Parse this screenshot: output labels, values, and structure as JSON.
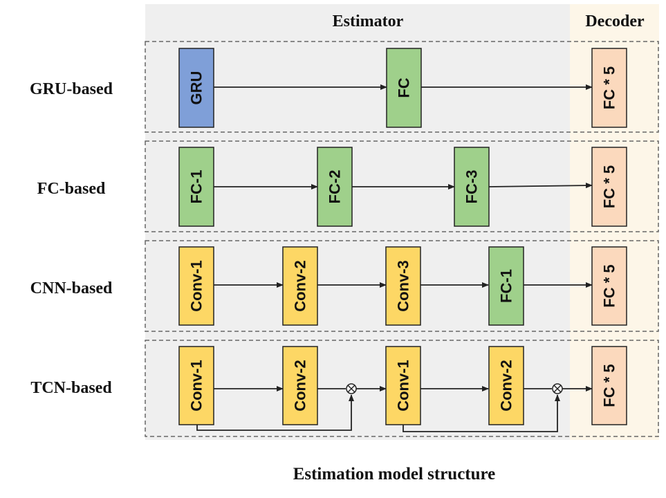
{
  "regions": {
    "estimator_label": "Estimator",
    "decoder_label": "Decoder"
  },
  "caption": "Estimation model structure",
  "rows": [
    {
      "label": "GRU-based",
      "blocks": [
        "GRU",
        "FC"
      ],
      "decoder": "FC * 5"
    },
    {
      "label": "FC-based",
      "blocks": [
        "FC-1",
        "FC-2",
        "FC-3"
      ],
      "decoder": "FC * 5"
    },
    {
      "label": "CNN-based",
      "blocks": [
        "Conv-1",
        "Conv-2",
        "Conv-3",
        "FC-1"
      ],
      "decoder": "FC * 5"
    },
    {
      "label": "TCN-based",
      "blocks": [
        "Conv-1",
        "Conv-2",
        "Conv-1",
        "Conv-2"
      ],
      "decoder": "FC * 5"
    }
  ],
  "colors": {
    "estimator_bg": "#efefef",
    "decoder_bg": "#fdf6e8",
    "gru_fill": "#7f9fd8",
    "fc_fill": "#9fd08b",
    "conv_fill": "#fdd765",
    "decoder_fill": "#fbd9bd",
    "stroke": "#222222",
    "dash": "#666666"
  },
  "icons": {
    "add_node": "circled-times-icon"
  }
}
